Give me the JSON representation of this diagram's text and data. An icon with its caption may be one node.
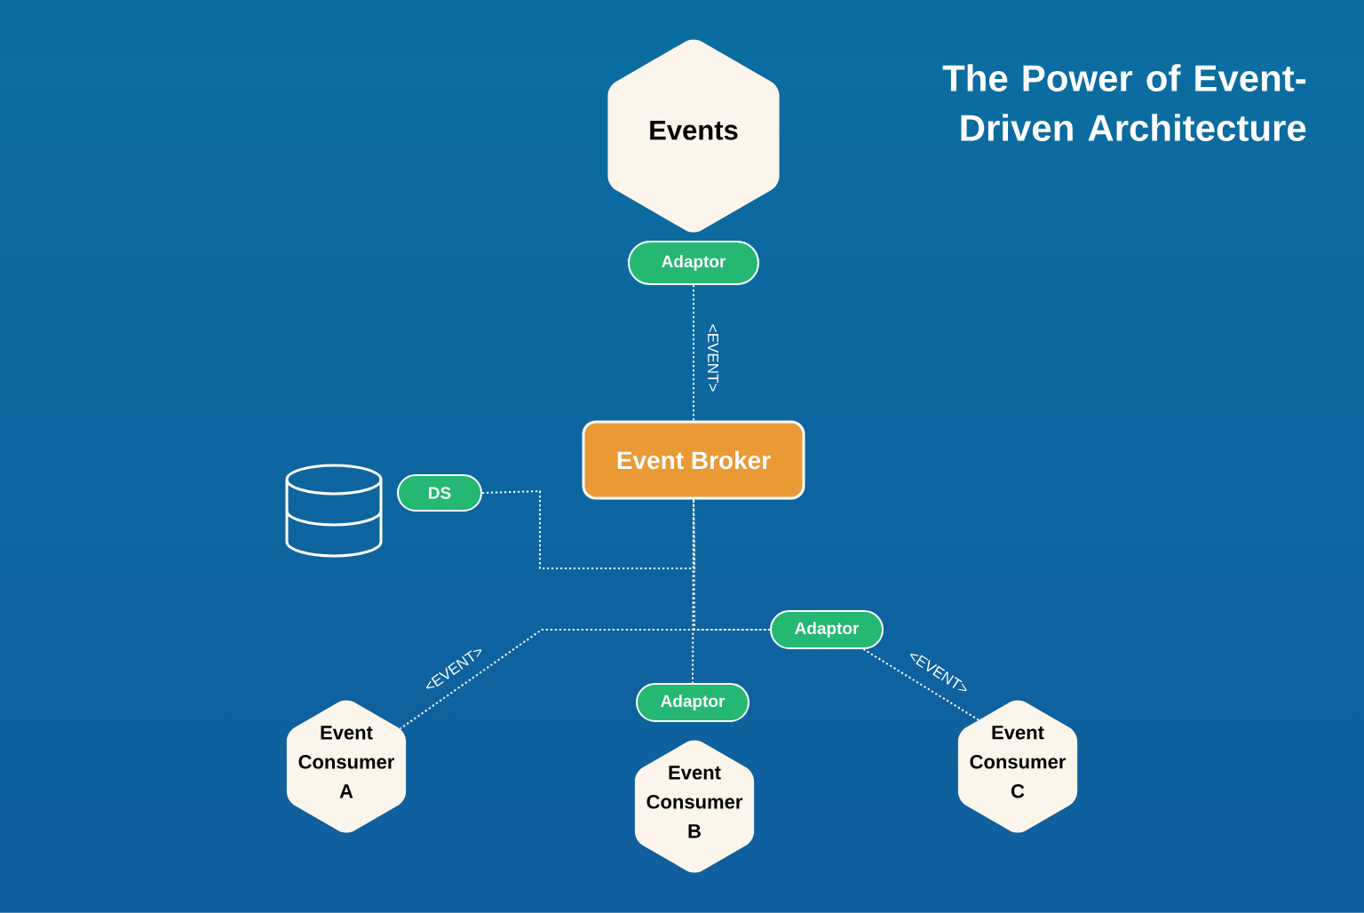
{
  "diagram": {
    "title": "The Power of Event-Driven Architecture",
    "nodes": [
      {
        "text": [
          "Events"
        ]
      },
      {
        "text": [
          "Adaptor"
        ]
      },
      {
        "text": [
          "Event Broker"
        ]
      },
      {
        "text": [
          "DS"
        ]
      },
      {
        "text": [
          "Adaptor"
        ]
      },
      {
        "text": [
          "Adaptor"
        ]
      },
      {
        "text": [
          "Event Consumer A"
        ]
      },
      {
        "text": [
          "Event Consumer B"
        ]
      },
      {
        "text": [
          "Event Consumer C"
        ]
      }
    ],
    "edges": [
      {
        "from": 1,
        "to": 2,
        "arrow": "none",
        "style": "dashed",
        "label": "<EVENT>"
      },
      {
        "from": 3,
        "to": 2,
        "arrow": "none",
        "style": "dashed"
      },
      {
        "from": 2,
        "to": 5,
        "arrow": "none",
        "style": "dashed"
      },
      {
        "from": 2,
        "to": 4,
        "arrow": "none",
        "style": "dashed"
      },
      {
        "from": 4,
        "to": 6,
        "arrow": "none",
        "style": "dashed",
        "label": "<EVENT>"
      },
      {
        "from": 4,
        "to": 8,
        "arrow": "none",
        "style": "dashed",
        "label": "<EVENT>"
      }
    ]
  }
}
